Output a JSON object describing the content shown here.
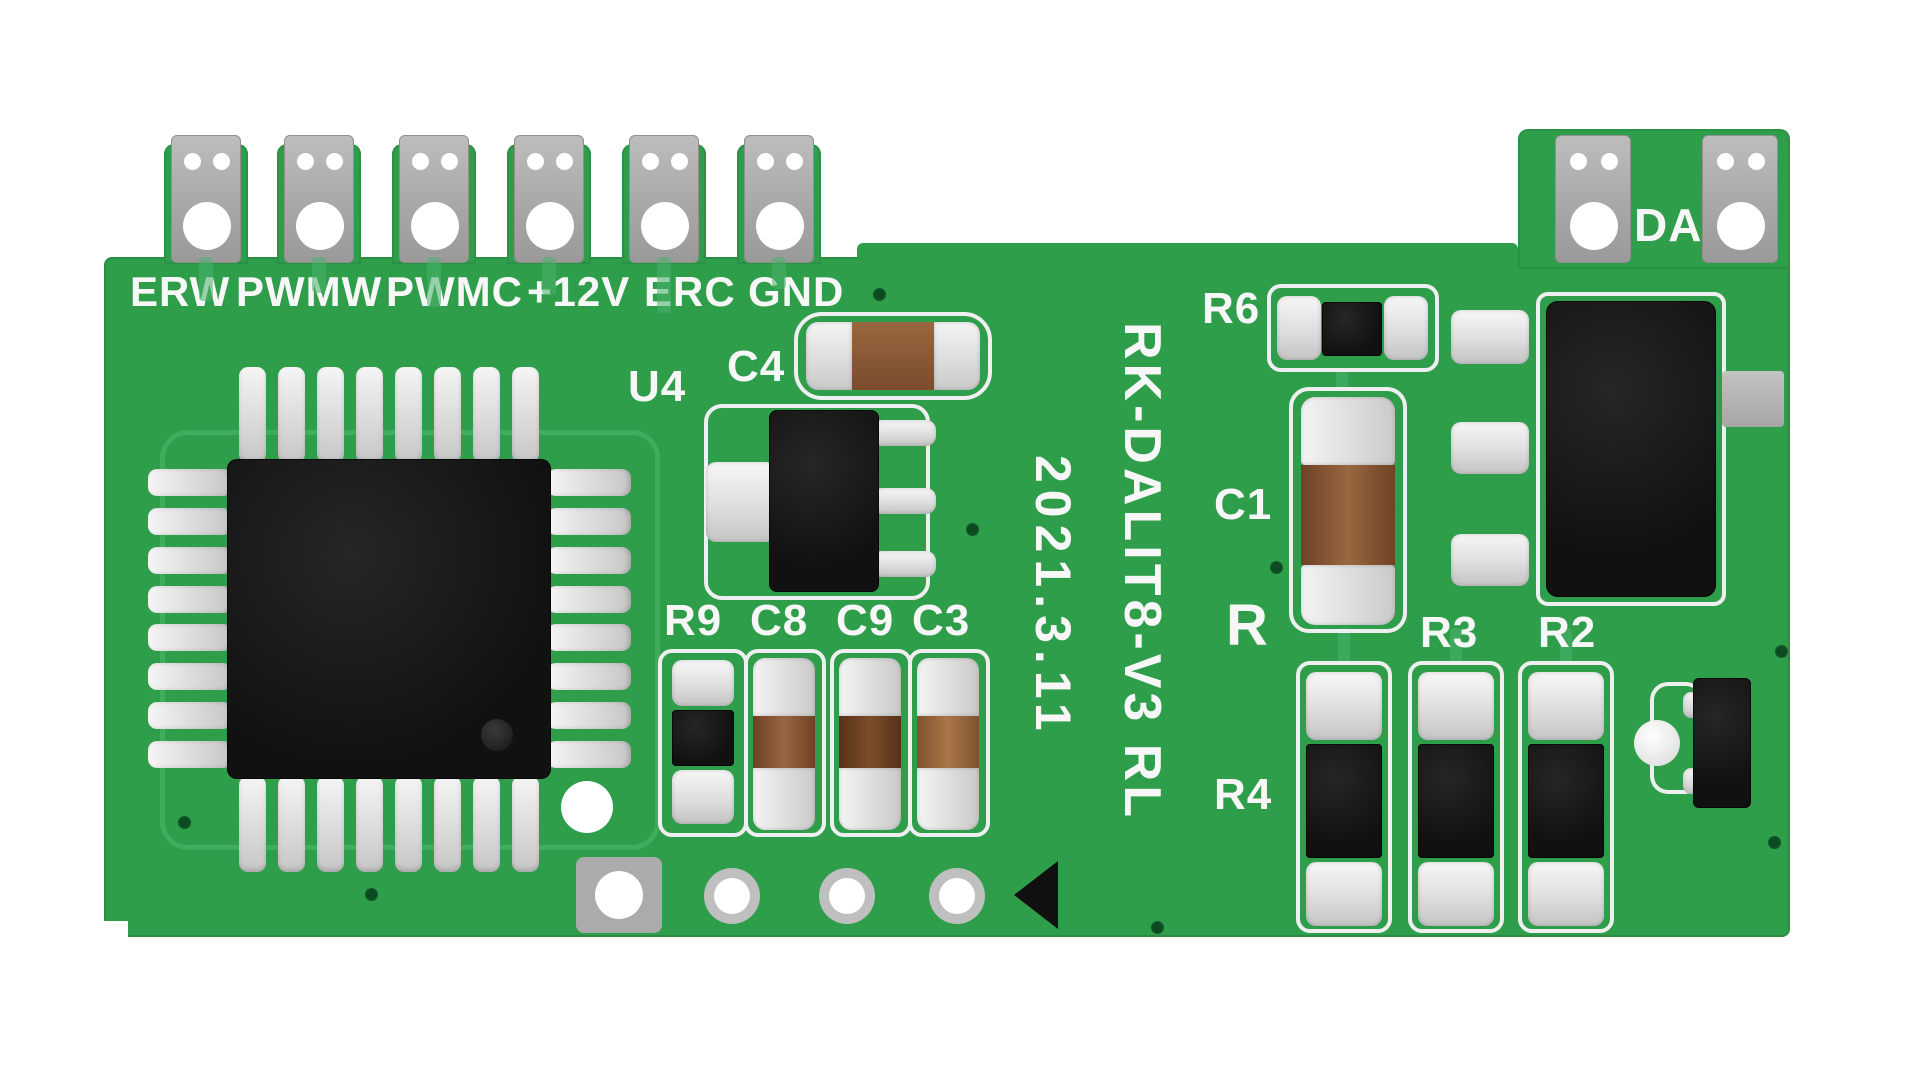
{
  "board": {
    "top_labels": [
      "ERW",
      "PWMW",
      "PWMC",
      "+12V",
      "ERC",
      "GND"
    ],
    "da_label": "DA",
    "vertical_title": "RK-DALIT8-V3 RL",
    "vertical_date": "2021.3.11",
    "designators": {
      "u4": "U4",
      "c4": "C4",
      "r9": "R9",
      "c8": "C8",
      "c9": "C9",
      "c3": "C3",
      "r6": "R6",
      "c1": "C1",
      "r": "R",
      "r3": "R3",
      "r2": "R2",
      "r4": "R4"
    },
    "colors": {
      "pcb_green": "#2f9e4a",
      "silkscreen_white": "#f2f2f2",
      "terminal_gray": "#a8a8a8",
      "component_black": "#131313",
      "capacitor_brown": "#8a5a38"
    }
  }
}
